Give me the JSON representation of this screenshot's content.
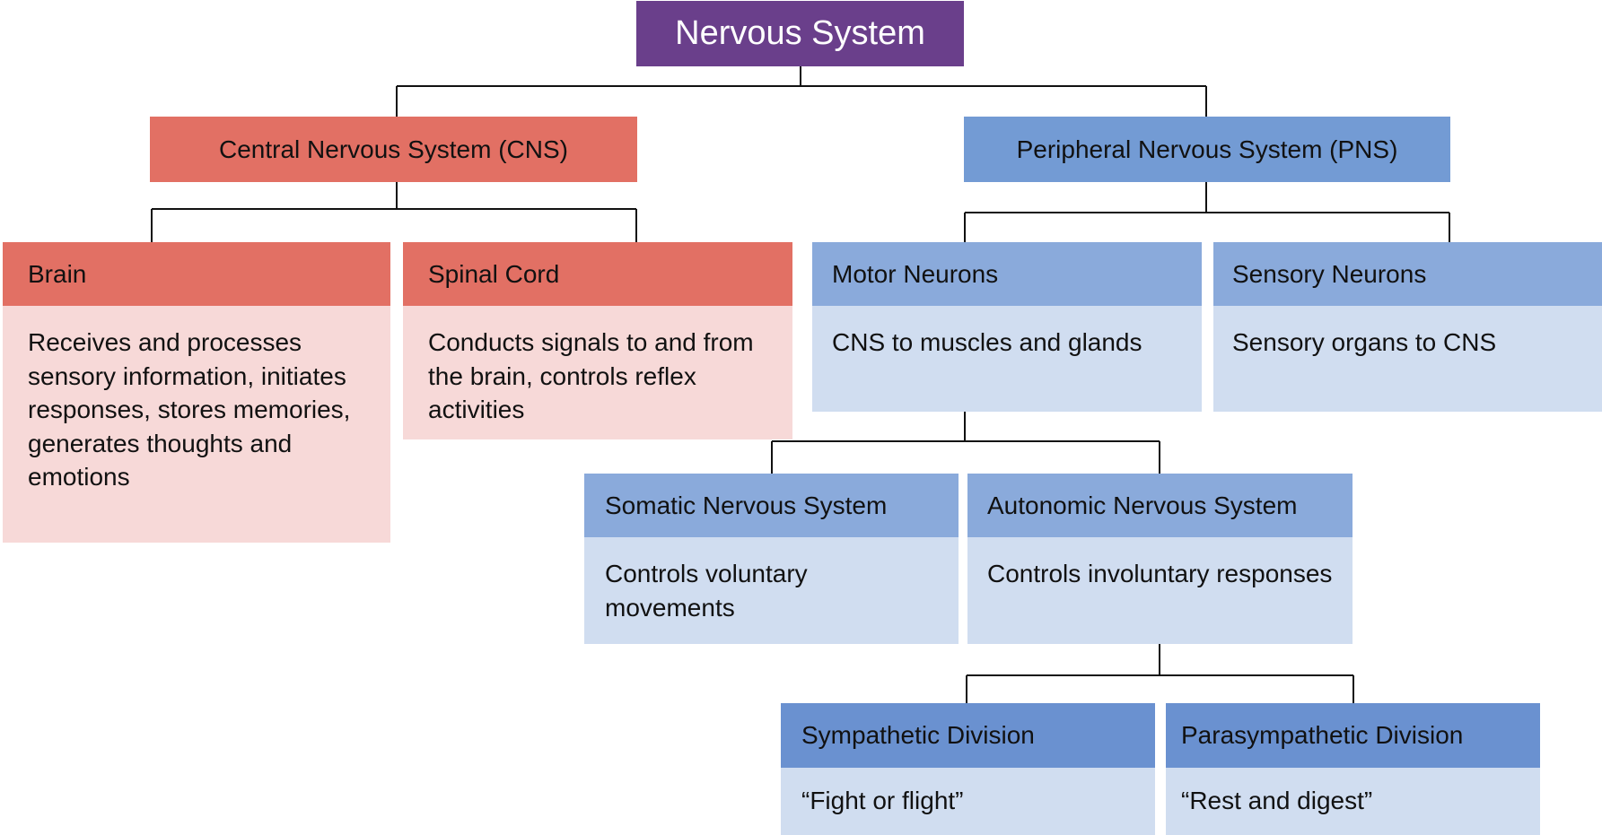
{
  "title": "Nervous System",
  "colors": {
    "root": "#6a3f8b",
    "cns_header": "#e27064",
    "cns_body": "#f7d9d8",
    "pns_header": "#739bd4",
    "pns_child_header": "#8aaadb",
    "division_header": "#6a91d0",
    "pns_body": "#d0ddf0"
  },
  "cns": {
    "label": "Central Nervous System (CNS)",
    "children": [
      {
        "title": "Brain",
        "description": "Receives and processes sensory information, initiates responses, stores memories, generates thoughts and emotions"
      },
      {
        "title": "Spinal Cord",
        "description": "Conducts signals to and from the brain, controls reflex activities"
      }
    ]
  },
  "pns": {
    "label": "Peripheral Nervous System (PNS)",
    "children": [
      {
        "title": "Motor Neurons",
        "description": "CNS to muscles and glands"
      },
      {
        "title": "Sensory Neurons",
        "description": "Sensory organs to CNS"
      }
    ],
    "motor_children": [
      {
        "title": "Somatic Nervous System",
        "description": "Controls voluntary movements"
      },
      {
        "title": "Autonomic Nervous System",
        "description": "Controls involuntary responses"
      }
    ],
    "autonomic_children": [
      {
        "title": "Sympathetic Division",
        "description": "“Fight or flight”"
      },
      {
        "title": "Parasympathetic Division",
        "description": "“Rest and digest”"
      }
    ]
  }
}
